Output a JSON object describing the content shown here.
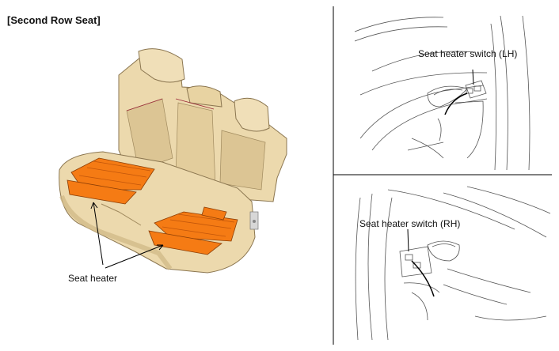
{
  "diagram": {
    "section_title": "[Second Row Seat]",
    "labels": {
      "seat_heater": "Seat heater",
      "switch_lh": "Seat heater switch (LH)",
      "switch_rh": "Seat heater switch (RH)"
    },
    "colors": {
      "seat_fill": "#ecd9ad",
      "seat_shadow": "#cfb783",
      "seat_outline": "#8b7650",
      "heater_fill": "#f57b14",
      "line_art": "#555555",
      "panel_divider": "#000000"
    }
  }
}
